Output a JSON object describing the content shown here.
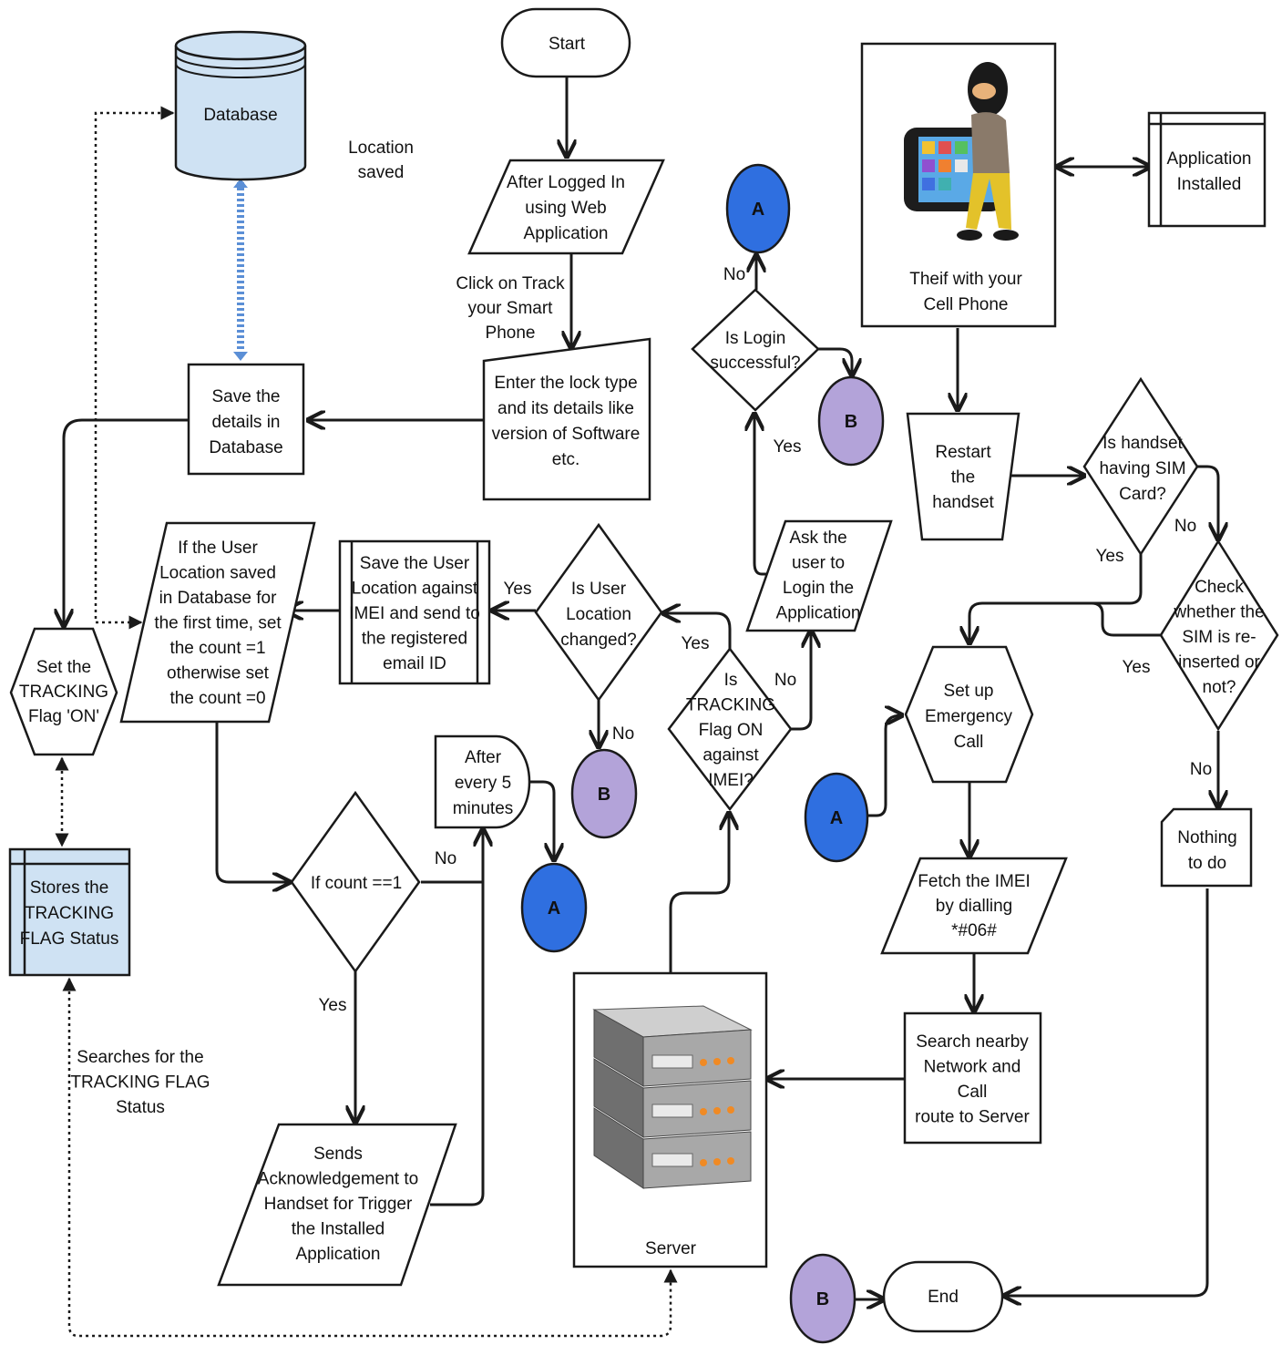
{
  "nodes": {
    "start": "Start",
    "end": "End",
    "database": "Database",
    "location_saved": [
      "Location",
      "saved"
    ],
    "after_login": [
      "After Logged In",
      "using Web",
      "Application"
    ],
    "click_track": [
      "Click on Track",
      "your Smart",
      "Phone"
    ],
    "enter_lock": [
      "Enter the lock type",
      "and its details like",
      "version of Software",
      "etc."
    ],
    "save_details": [
      "Save the",
      "details in",
      "Database"
    ],
    "set_tracking": [
      "Set the",
      "TRACKING",
      "Flag 'ON'"
    ],
    "stores_flag": [
      "Stores the",
      "TRACKING",
      "FLAG Status"
    ],
    "if_user_location": [
      "If the User",
      "Location saved",
      "in Database for",
      "the first time, set",
      "the count =1",
      "otherwise set",
      "the count =0"
    ],
    "save_user_location": [
      "Save the User",
      "Location against",
      "IMEI and send to",
      "the registered",
      "email ID"
    ],
    "is_location_changed": [
      "Is User",
      "Location",
      "changed?"
    ],
    "is_login": [
      "Is Login",
      "successful?"
    ],
    "ask_login": [
      "Ask the",
      "user to",
      "Login the",
      "Application"
    ],
    "is_tracking": [
      "Is",
      "TRACKING",
      "Flag ON",
      "against",
      "IMEI?"
    ],
    "after_5": [
      "After",
      "every 5",
      "minutes"
    ],
    "if_count": "If count ==1",
    "sends_ack": [
      "Sends",
      "Acknowledgement to",
      "Handset for Trigger",
      "the Installed",
      "Application"
    ],
    "searches_flag": [
      "Searches for the",
      "TRACKING FLAG",
      "Status"
    ],
    "thief": [
      "Theif with your",
      "Cell Phone"
    ],
    "app_installed": [
      "Application",
      "Installed"
    ],
    "restart": [
      "Restart",
      "the",
      "handset"
    ],
    "is_sim": [
      "Is handset",
      "having SIM",
      "Card?"
    ],
    "check_sim": [
      "Check",
      "whether the",
      "SIM is re-",
      "inserted or",
      "not?"
    ],
    "nothing": [
      "Nothing",
      "to do"
    ],
    "setup_call": [
      "Set up",
      "Emergency",
      "Call"
    ],
    "fetch_imei": [
      "Fetch the IMEI",
      "by dialling",
      "*#06#"
    ],
    "search_network": [
      "Search nearby",
      "Network and",
      "Call",
      "route to Server"
    ],
    "server": "Server"
  },
  "labels": {
    "yes": "Yes",
    "no": "No"
  },
  "connectors": {
    "a": "A",
    "b": "B"
  },
  "colors": {
    "database_fill": "#cfe2f3",
    "connector_a": "#2f6fe0",
    "connector_b": "#b3a3d9"
  }
}
